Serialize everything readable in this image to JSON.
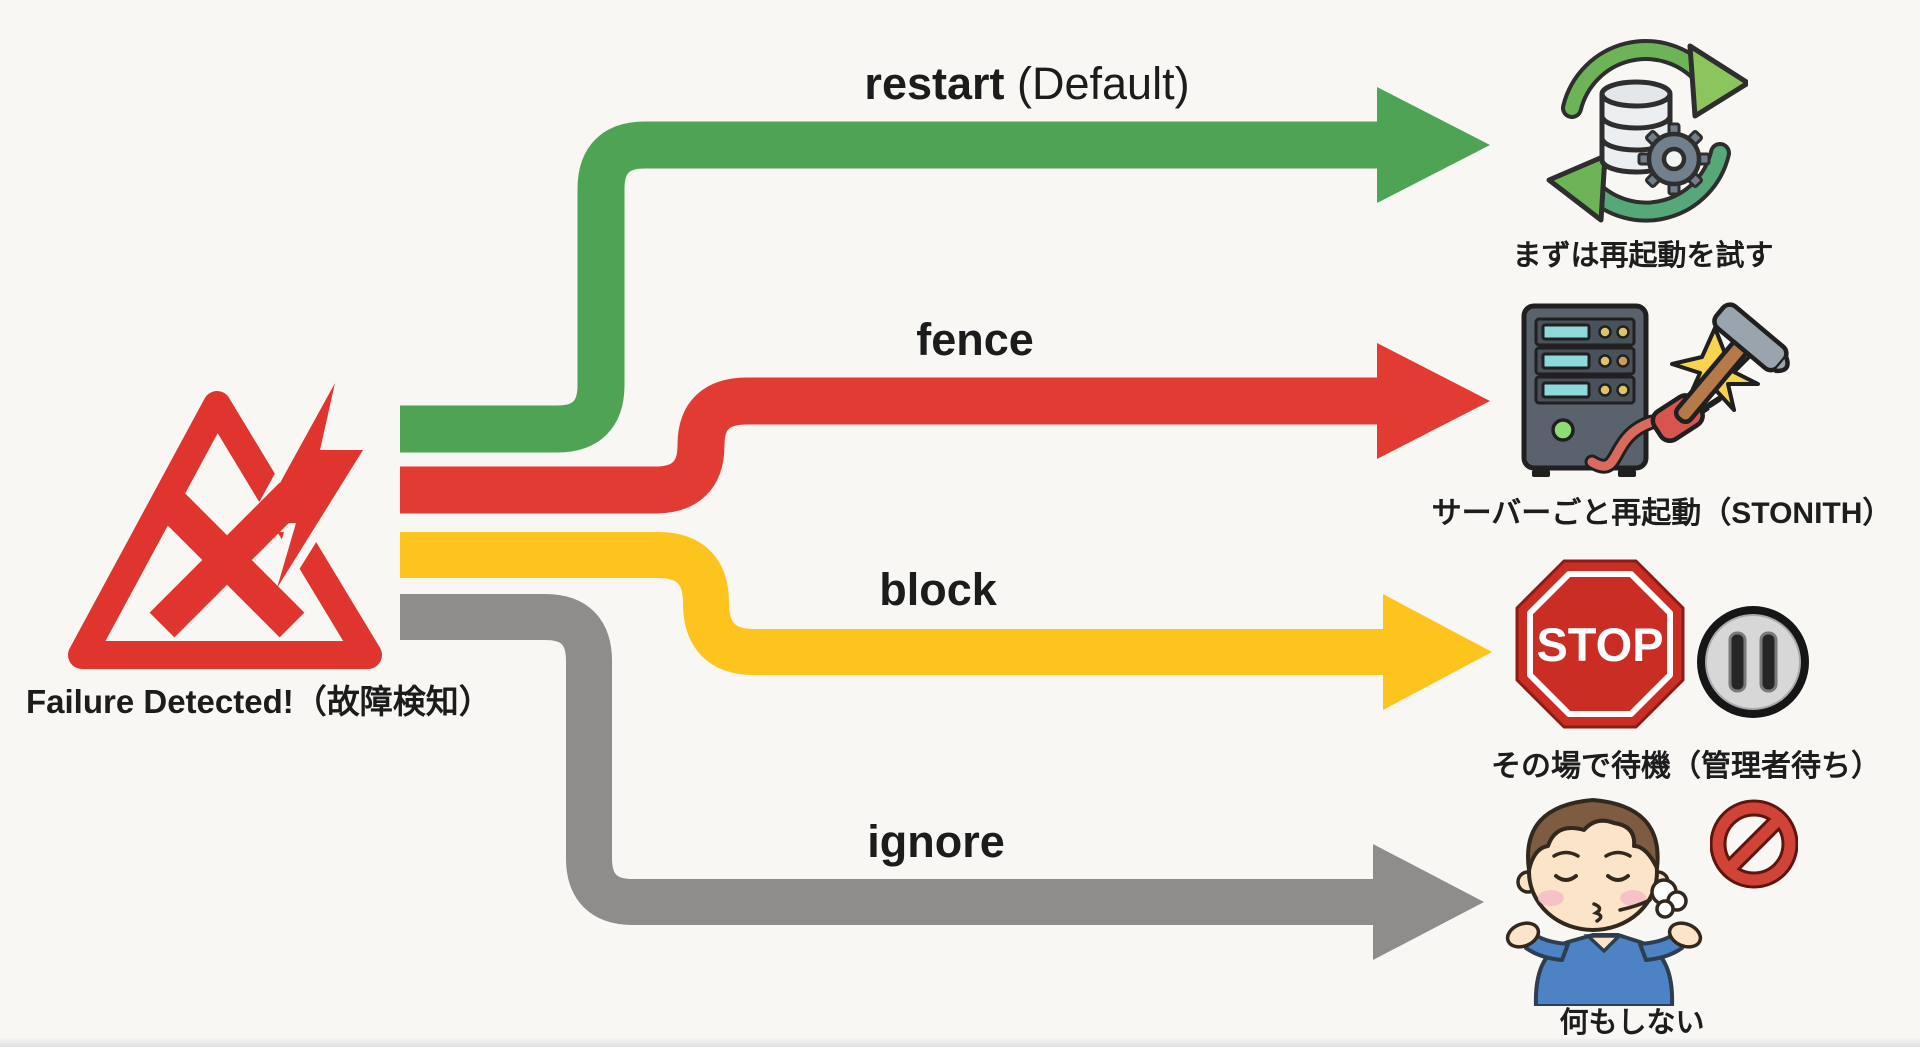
{
  "colors": {
    "background": "#f8f7f4",
    "green": "#4ea355",
    "red": "#e23b33",
    "yellow": "#fcc41d",
    "gray": "#8e8d8b",
    "text": "#1c1c1c",
    "warning_red": "#e0342f",
    "stop_red": "#c92d23"
  },
  "source": {
    "label": "Failure Detected!（故障検知）"
  },
  "branches": [
    {
      "id": "restart",
      "label": "restart",
      "suffix": " (Default)",
      "color": "#4ea355",
      "caption": "まずは再起動を試す"
    },
    {
      "id": "fence",
      "label": "fence",
      "suffix": "",
      "color": "#e23b33",
      "caption": "サーバーごと再起動（STONITH）"
    },
    {
      "id": "block",
      "label": "block",
      "suffix": "",
      "color": "#fcc41d",
      "caption": "その場で待機（管理者待ち）",
      "stop_sign_text": "STOP"
    },
    {
      "id": "ignore",
      "label": "ignore",
      "suffix": "",
      "color": "#8e8d8b",
      "caption": "何もしない"
    }
  ]
}
